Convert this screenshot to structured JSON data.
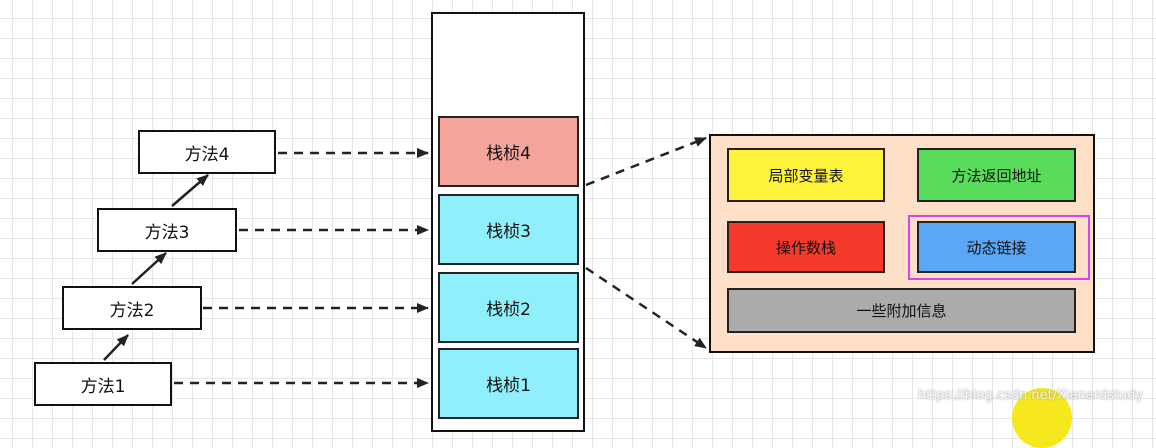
{
  "methods": [
    {
      "label": "方法4"
    },
    {
      "label": "方法3"
    },
    {
      "label": "方法2"
    },
    {
      "label": "方法1"
    }
  ],
  "frames": [
    {
      "label": "栈桢4",
      "color": "#f5a49a"
    },
    {
      "label": "栈桢3",
      "color": "#8ff0fb"
    },
    {
      "label": "栈桢2",
      "color": "#8ff0fb"
    },
    {
      "label": "栈桢1",
      "color": "#8ff0fb"
    }
  ],
  "frame_detail": {
    "background": "#fde0c7",
    "local_vars": {
      "label": "局部变量表",
      "color": "#fff23a"
    },
    "return_addr": {
      "label": "方法返回地址",
      "color": "#58dc5a"
    },
    "operand_stack": {
      "label": "操作数栈",
      "color": "#f53a2c"
    },
    "dynamic_link": {
      "label": "动态链接",
      "color": "#5aa7f5",
      "highlight": "#e040e8"
    },
    "extra_info": {
      "label": "一些附加信息",
      "color": "#ababab"
    }
  },
  "watermark": "https://blog.csdn.net/Xianardstudy"
}
